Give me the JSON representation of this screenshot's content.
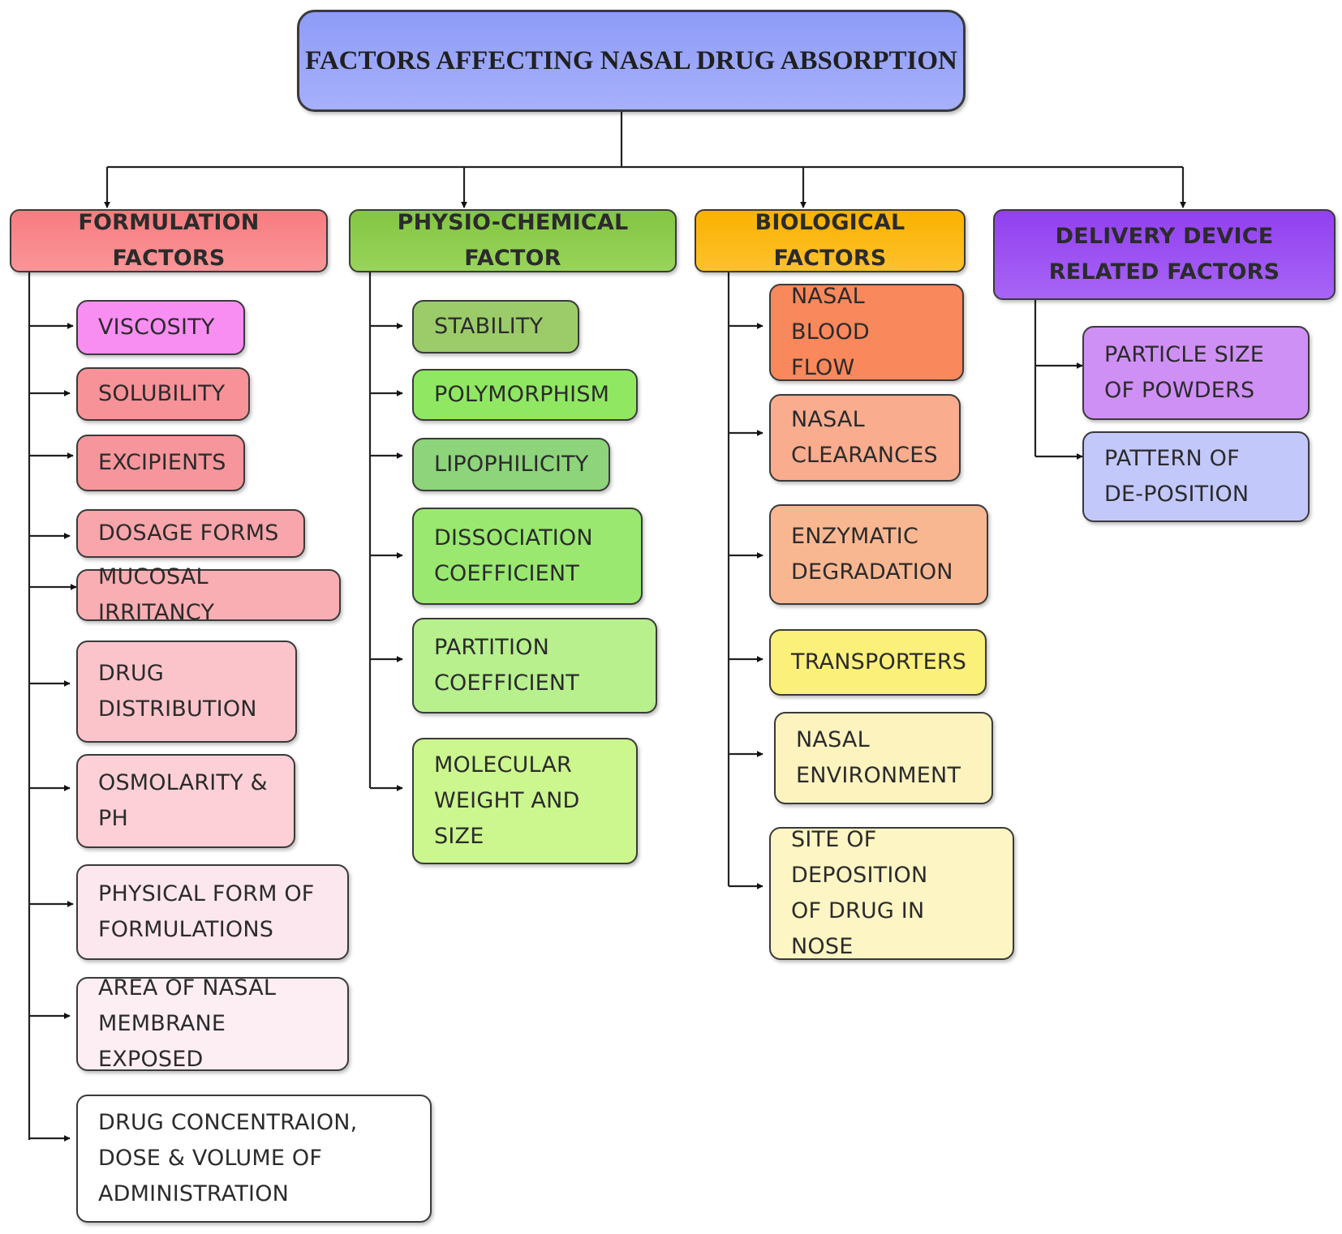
{
  "title": "FACTORS AFFECTING NASAL DRUG ABSORPTION",
  "categories": [
    {
      "label": "FORMULATION FACTORS",
      "color": "#f88488",
      "items": [
        "VISCOSITY",
        "SOLUBILITY",
        "EXCIPIENTS",
        "DOSAGE FORMS",
        "MUCOSAL IRRITANCY",
        "DRUG DISTRIBUTION",
        "OSMOLARITY & PH",
        "PHYSICAL FORM OF FORMULATIONS",
        "AREA OF NASAL MEMBRANE EXPOSED",
        "DRUG CONCENTRAION, DOSE & VOLUME OF ADMINISTRATION"
      ],
      "item_colors": [
        "#f98ef2",
        "#f79298",
        "#f6969c",
        "#f8a5ab",
        "#f8aeb3",
        "#fbc4cb",
        "#fcd0d6",
        "#fde7ef",
        "#fdeef4",
        "#ffffff"
      ]
    },
    {
      "label": "PHYSIO-CHEMICAL FACTOR",
      "color": "#8ccb4a",
      "items": [
        "STABILITY",
        "POLYMORPHISM",
        "LIPOPHILICITY",
        "DISSOCIATION COEFFICIENT",
        "PARTITION COEFFICIENT",
        "MOLECULAR WEIGHT AND SIZE"
      ],
      "item_colors": [
        "#9ccc6a",
        "#90e862",
        "#8dd47a",
        "#9ae870",
        "#b7f08d",
        "#ccf68e"
      ]
    },
    {
      "label": "BIOLOGICAL FACTORS",
      "color": "#fbb80a",
      "items": [
        "NASAL BLOOD FLOW",
        "NASAL CLEARANCES",
        "ENZYMATIC DEGRADATION",
        "TRANSPORTERS",
        "NASAL ENVIRONMENT",
        "SITE OF DEPOSITION OF DRUG IN NOSE"
      ],
      "item_colors": [
        "#f9885c",
        "#f9ac8e",
        "#f9b791",
        "#fbf07a",
        "#fcf3bf",
        "#fdf5c3"
      ]
    },
    {
      "label": "DELIVERY DEVICE RELATED FACTORS",
      "color": "#9b4cf2",
      "items": [
        "PARTICLE SIZE OF POWDERS",
        "PATTERN OF DE-POSITION"
      ],
      "item_colors": [
        "#cf90f5",
        "#c3c8fb"
      ]
    }
  ]
}
